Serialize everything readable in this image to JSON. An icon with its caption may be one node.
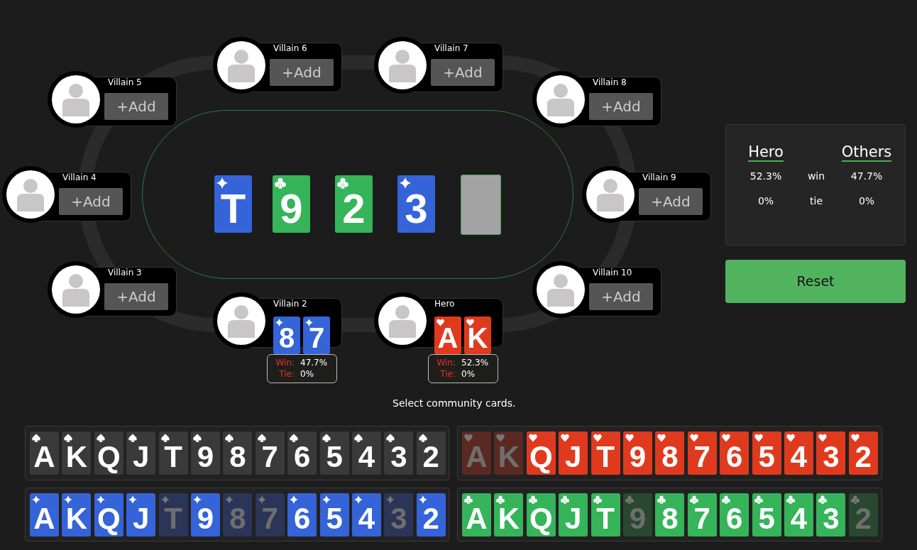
{
  "diagram": {
    "nodes": [
      {
        "text": [
          "Villain 6",
          "+Add"
        ]
      },
      {
        "text": [
          "Villain 7",
          "+Add"
        ]
      },
      {
        "text": [
          "Villain 5",
          "+Add"
        ]
      },
      {
        "text": [
          "Villain 8",
          "+Add"
        ]
      },
      {
        "text": [
          "Hero",
          "Others",
          "52.3%",
          "win",
          "47.7%",
          "0%",
          "tie",
          "0%"
        ]
      },
      {
        "text": [],
        "shape": "box"
      },
      {
        "text": [
          "T"
        ],
        "in": 5
      },
      {
        "text": [
          "9"
        ],
        "in": 5
      },
      {
        "text": [
          "2"
        ],
        "in": 5
      },
      {
        "text": [
          "3"
        ],
        "in": 5
      },
      {
        "text": [],
        "shape": "box",
        "in": 5
      },
      {
        "text": [
          "Villain 4",
          "+Add"
        ]
      },
      {
        "text": [
          "Villain 9",
          "+Add"
        ]
      },
      {
        "text": [
          "Reset"
        ]
      },
      {
        "text": [
          "Villain 3",
          "+Add"
        ]
      },
      {
        "text": [
          "Villain 10",
          "+Add"
        ]
      },
      {
        "text": [
          "Villain 2"
        ]
      },
      {
        "text": [
          "Hero"
        ]
      },
      {
        "text": [
          "8"
        ]
      },
      {
        "text": [
          "7"
        ]
      },
      {
        "text": [
          "A"
        ]
      },
      {
        "text": [
          "K"
        ]
      },
      {
        "text": [
          "Win:",
          "47.7%",
          "Tie:",
          "0%"
        ]
      },
      {
        "text": [
          "Win:",
          "52.3%",
          "Tie:",
          "0%"
        ]
      },
      {
        "text": [],
        "shape": "box"
      },
      {
        "text": [],
        "shape": "box"
      },
      {
        "text": [],
        "shape": "box"
      },
      {
        "text": [],
        "shape": "box"
      },
      {
        "text": [
          "A"
        ],
        "in": 24
      },
      {
        "text": [
          "K"
        ],
        "in": 24
      },
      {
        "text": [
          "Q"
        ],
        "in": 24
      },
      {
        "text": [
          "J"
        ],
        "in": 24
      },
      {
        "text": [
          "T"
        ],
        "in": 24
      },
      {
        "text": [
          "9"
        ],
        "in": 24
      },
      {
        "text": [
          "8"
        ],
        "in": 24
      },
      {
        "text": [
          "7"
        ],
        "in": 24
      },
      {
        "text": [
          "6"
        ],
        "in": 24
      },
      {
        "text": [
          "5"
        ],
        "in": 24
      },
      {
        "text": [
          "4"
        ],
        "in": 24
      },
      {
        "text": [
          "3"
        ],
        "in": 24
      },
      {
        "text": [
          "2"
        ],
        "in": 24
      },
      {
        "text": [
          "A"
        ],
        "in": 25
      },
      {
        "text": [
          "K"
        ],
        "in": 25
      },
      {
        "text": [
          "Q"
        ],
        "in": 25
      },
      {
        "text": [
          "J"
        ],
        "in": 25
      },
      {
        "text": [
          "T"
        ],
        "in": 25
      },
      {
        "text": [
          "9"
        ],
        "in": 25
      },
      {
        "text": [
          "8"
        ],
        "in": 25
      },
      {
        "text": [
          "7"
        ],
        "in": 25
      },
      {
        "text": [
          "6"
        ],
        "in": 25
      },
      {
        "text": [
          "5"
        ],
        "in": 25
      },
      {
        "text": [
          "4"
        ],
        "in": 25
      },
      {
        "text": [
          "3"
        ],
        "in": 25
      },
      {
        "text": [
          "2"
        ],
        "in": 25
      },
      {
        "text": [
          "A"
        ],
        "in": 26
      },
      {
        "text": [
          "K"
        ],
        "in": 26
      },
      {
        "text": [
          "Q"
        ],
        "in": 26
      },
      {
        "text": [
          "J"
        ],
        "in": 26
      },
      {
        "text": [
          "T"
        ],
        "in": 26
      },
      {
        "text": [
          "9"
        ],
        "in": 26
      },
      {
        "text": [
          "8"
        ],
        "in": 26
      },
      {
        "text": [
          "7"
        ],
        "in": 26
      },
      {
        "text": [
          "6"
        ],
        "in": 26
      },
      {
        "text": [
          "5"
        ],
        "in": 26
      },
      {
        "text": [
          "4"
        ],
        "in": 26
      },
      {
        "text": [
          "3"
        ],
        "in": 26
      },
      {
        "text": [
          "2"
        ],
        "in": 26
      },
      {
        "text": [
          "A"
        ],
        "in": 27
      },
      {
        "text": [
          "K"
        ],
        "in": 27
      },
      {
        "text": [
          "Q"
        ],
        "in": 27
      },
      {
        "text": [
          "J"
        ],
        "in": 27
      },
      {
        "text": [
          "T"
        ],
        "in": 27
      },
      {
        "text": [
          "9"
        ],
        "in": 27
      },
      {
        "text": [
          "8"
        ],
        "in": 27
      },
      {
        "text": [
          "7"
        ],
        "in": 27
      },
      {
        "text": [
          "6"
        ],
        "in": 27
      },
      {
        "text": [
          "5"
        ],
        "in": 27
      },
      {
        "text": [
          "4"
        ],
        "in": 27
      },
      {
        "text": [
          "3"
        ],
        "in": 27
      },
      {
        "text": [
          "2"
        ],
        "in": 27
      }
    ],
    "labels": [
      "Select community cards."
    ]
  }
}
